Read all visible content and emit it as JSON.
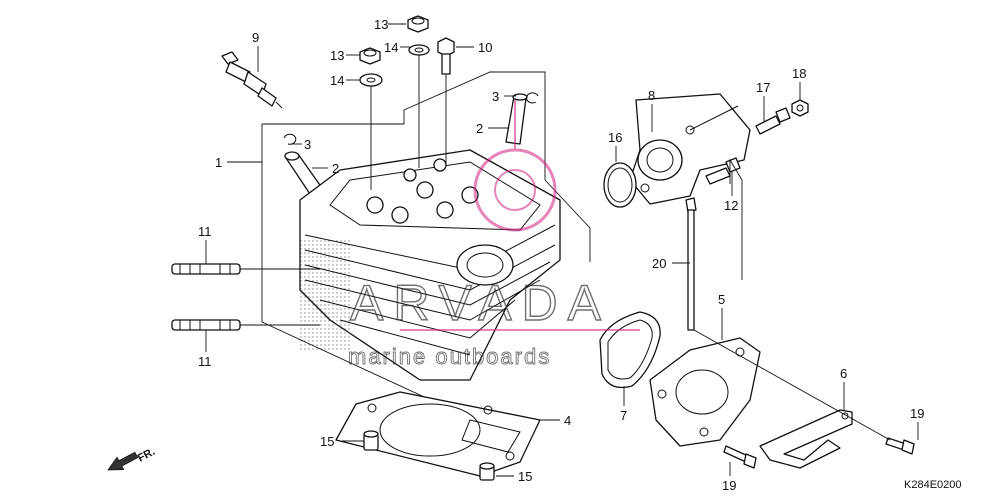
{
  "diagram": {
    "watermark_brand": "ARVADA",
    "watermark_sub": "marine outboards",
    "diagram_code": "K284E0200",
    "front_arrow_label": "FR.",
    "callouts": [
      {
        "id": "c9",
        "text": "9"
      },
      {
        "id": "c13a",
        "text": "13"
      },
      {
        "id": "c13b",
        "text": "13"
      },
      {
        "id": "c14a",
        "text": "14"
      },
      {
        "id": "c14b",
        "text": "14"
      },
      {
        "id": "c10",
        "text": "10"
      },
      {
        "id": "c3a",
        "text": "3"
      },
      {
        "id": "c2a",
        "text": "2"
      },
      {
        "id": "c3b",
        "text": "3"
      },
      {
        "id": "c2b",
        "text": "2"
      },
      {
        "id": "c1",
        "text": "1"
      },
      {
        "id": "c8",
        "text": "8"
      },
      {
        "id": "c17",
        "text": "17"
      },
      {
        "id": "c18",
        "text": "18"
      },
      {
        "id": "c16",
        "text": "16"
      },
      {
        "id": "c12",
        "text": "12"
      },
      {
        "id": "c20",
        "text": "20"
      },
      {
        "id": "c11a",
        "text": "11"
      },
      {
        "id": "c11b",
        "text": "11"
      },
      {
        "id": "c5",
        "text": "5"
      },
      {
        "id": "c6",
        "text": "6"
      },
      {
        "id": "c7",
        "text": "7"
      },
      {
        "id": "c4",
        "text": "4"
      },
      {
        "id": "c19a",
        "text": "19"
      },
      {
        "id": "c19b",
        "text": "19"
      },
      {
        "id": "c15a",
        "text": "15"
      },
      {
        "id": "c15b",
        "text": "15"
      }
    ]
  }
}
